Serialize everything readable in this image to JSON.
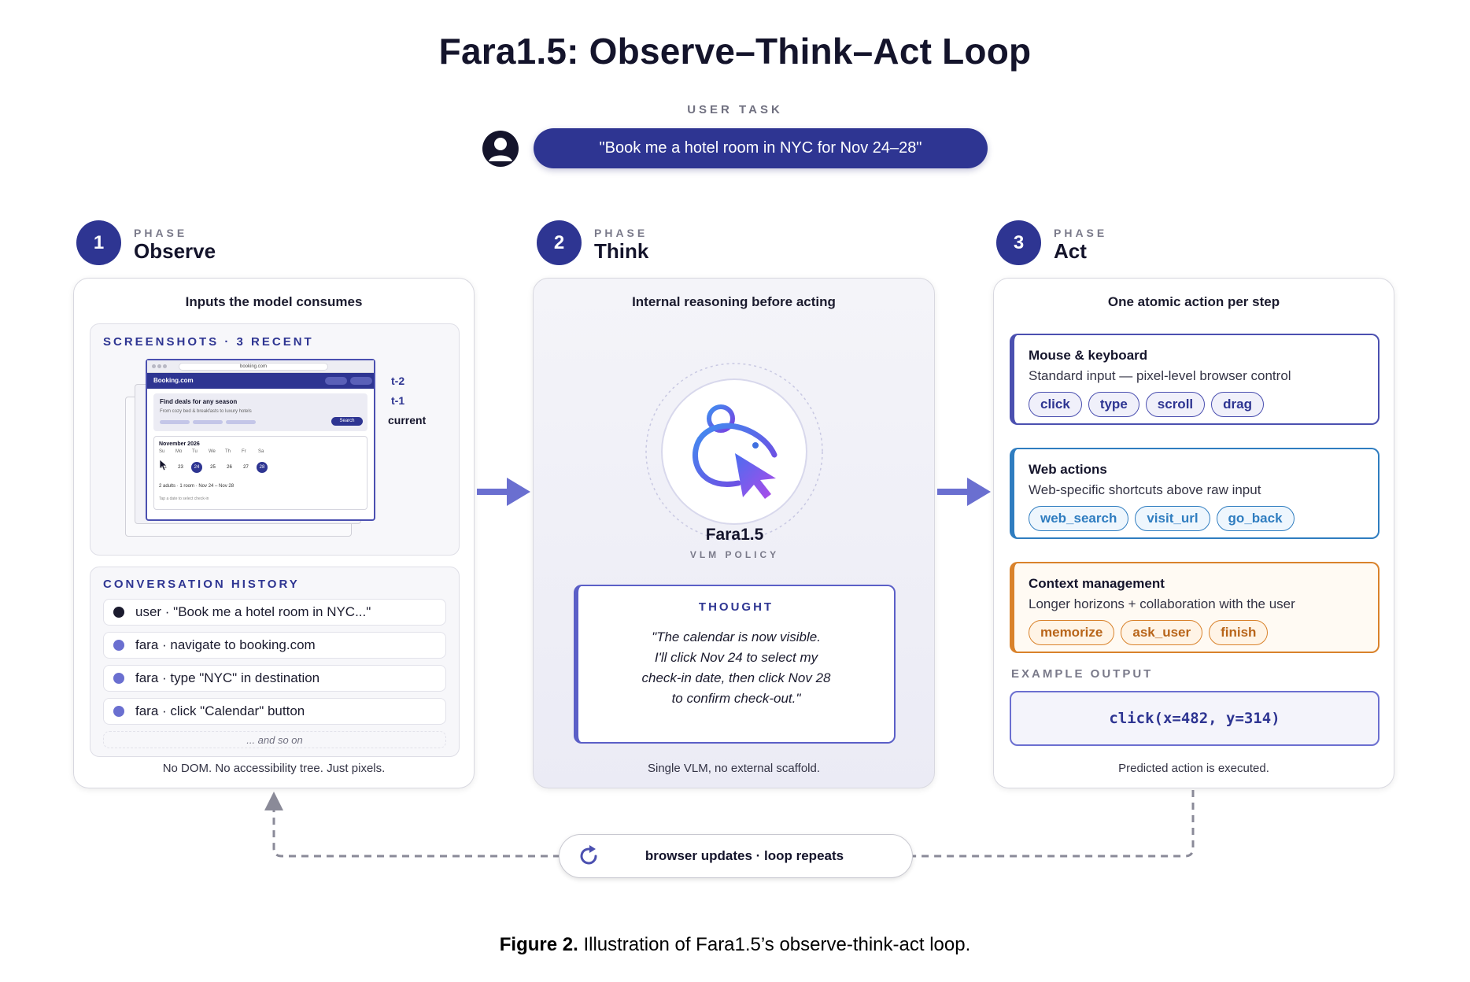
{
  "title": "Fara1.5: Observe–Think–Act Loop",
  "user_task": {
    "label": "USER TASK",
    "text": "\"Book me a hotel room in NYC for Nov 24–28\""
  },
  "phases": [
    {
      "number": "1",
      "word": "PHASE",
      "name": "Observe"
    },
    {
      "number": "2",
      "word": "PHASE",
      "name": "Think"
    },
    {
      "number": "3",
      "word": "PHASE",
      "name": "Act"
    }
  ],
  "observe": {
    "heading": "Inputs the model consumes",
    "screenshots_label": "SCREENSHOTS · 3 RECENT",
    "browser": {
      "url": "booking.com",
      "site": "Booking.com",
      "hero_title": "Find deals for any season",
      "hero_sub": "From cozy bed & breakfasts to luxury hotels",
      "search_button": "Search",
      "month": "November 2026",
      "weekdays": [
        "Su",
        "Mo",
        "Tu",
        "We",
        "Th",
        "Fr",
        "Sa"
      ],
      "days": [
        "22",
        "23",
        "24",
        "25",
        "26",
        "27",
        "28"
      ],
      "guests": "2 adults · 1 room · Nov 24 – Nov 28",
      "hint": "Tap a date to select check-in"
    },
    "time_labels": [
      "t-2",
      "t-1",
      "current"
    ],
    "history_label": "CONVERSATION HISTORY",
    "history": [
      {
        "text": "user · \"Book me a hotel room in NYC...\"",
        "dot": "#1b1b2e"
      },
      {
        "text": "fara · navigate to booking.com",
        "dot": "#6a6fd0"
      },
      {
        "text": "fara · type \"NYC\" in destination",
        "dot": "#6a6fd0"
      },
      {
        "text": "fara · click \"Calendar\" button",
        "dot": "#6a6fd0"
      }
    ],
    "history_more": "... and so on",
    "footer": "No DOM. No accessibility tree. Just pixels."
  },
  "think": {
    "heading": "Internal reasoning before acting",
    "model_name": "Fara1.5",
    "model_sub": "VLM POLICY",
    "thought_label": "THOUGHT",
    "thought_lines": [
      "\"The calendar is now visible.",
      "I'll click Nov 24 to select my",
      "check-in date, then click Nov 28",
      "to confirm check-out.\""
    ],
    "footer": "Single VLM, no external scaffold."
  },
  "act": {
    "heading": "One atomic action per step",
    "categories": [
      {
        "title": "Mouse & keyboard",
        "desc": "Standard input — pixel-level browser control",
        "chips": [
          "click",
          "type",
          "scroll",
          "drag"
        ],
        "color": "#4b50b0",
        "bg": "#ffffff"
      },
      {
        "title": "Web actions",
        "desc": "Web-specific shortcuts above raw input",
        "chips": [
          "web_search",
          "visit_url",
          "go_back"
        ],
        "color": "#2f7dc0",
        "bg": "#ffffff"
      },
      {
        "title": "Context management",
        "desc": "Longer horizons + collaboration with the user",
        "chips": [
          "memorize",
          "ask_user",
          "finish"
        ],
        "color": "#d9822b",
        "bg": "#fffaf3"
      }
    ],
    "example_label": "EXAMPLE OUTPUT",
    "example_output": "click(x=482, y=314)",
    "footer": "Predicted action is executed."
  },
  "loop": {
    "text": "browser updates · loop repeats"
  },
  "caption": {
    "bold": "Figure 2.",
    "text": " Illustration of Fara1.5’s observe-think-act loop."
  },
  "colors": {
    "navy": "#2e3592",
    "arrow": "#6a6fd0",
    "web_blue": "#2f7dc0",
    "context_orange": "#d9822b"
  }
}
